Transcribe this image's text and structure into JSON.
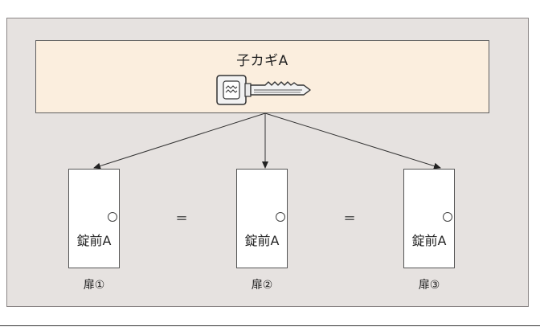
{
  "key_panel": {
    "title": "子カギA",
    "key_icon": "key-icon"
  },
  "doors": [
    {
      "lock_label": "錠前A",
      "caption": "扉①"
    },
    {
      "lock_label": "錠前A",
      "caption": "扉②"
    },
    {
      "lock_label": "錠前A",
      "caption": "扉③"
    }
  ],
  "equals": [
    "=",
    "="
  ],
  "colors": {
    "stage_bg": "#e6e2e0",
    "panel_bg": "#fbeede",
    "line": "#333333"
  }
}
